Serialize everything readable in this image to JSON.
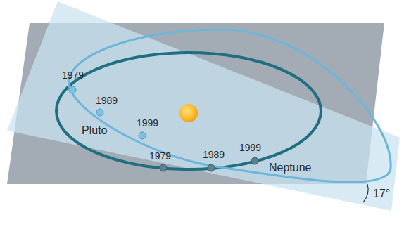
{
  "diagram": {
    "labels": [
      "1979",
      "1989",
      "Pluto",
      "1999",
      "1979",
      "1989",
      "1999",
      "Neptune",
      "17°"
    ]
  }
}
